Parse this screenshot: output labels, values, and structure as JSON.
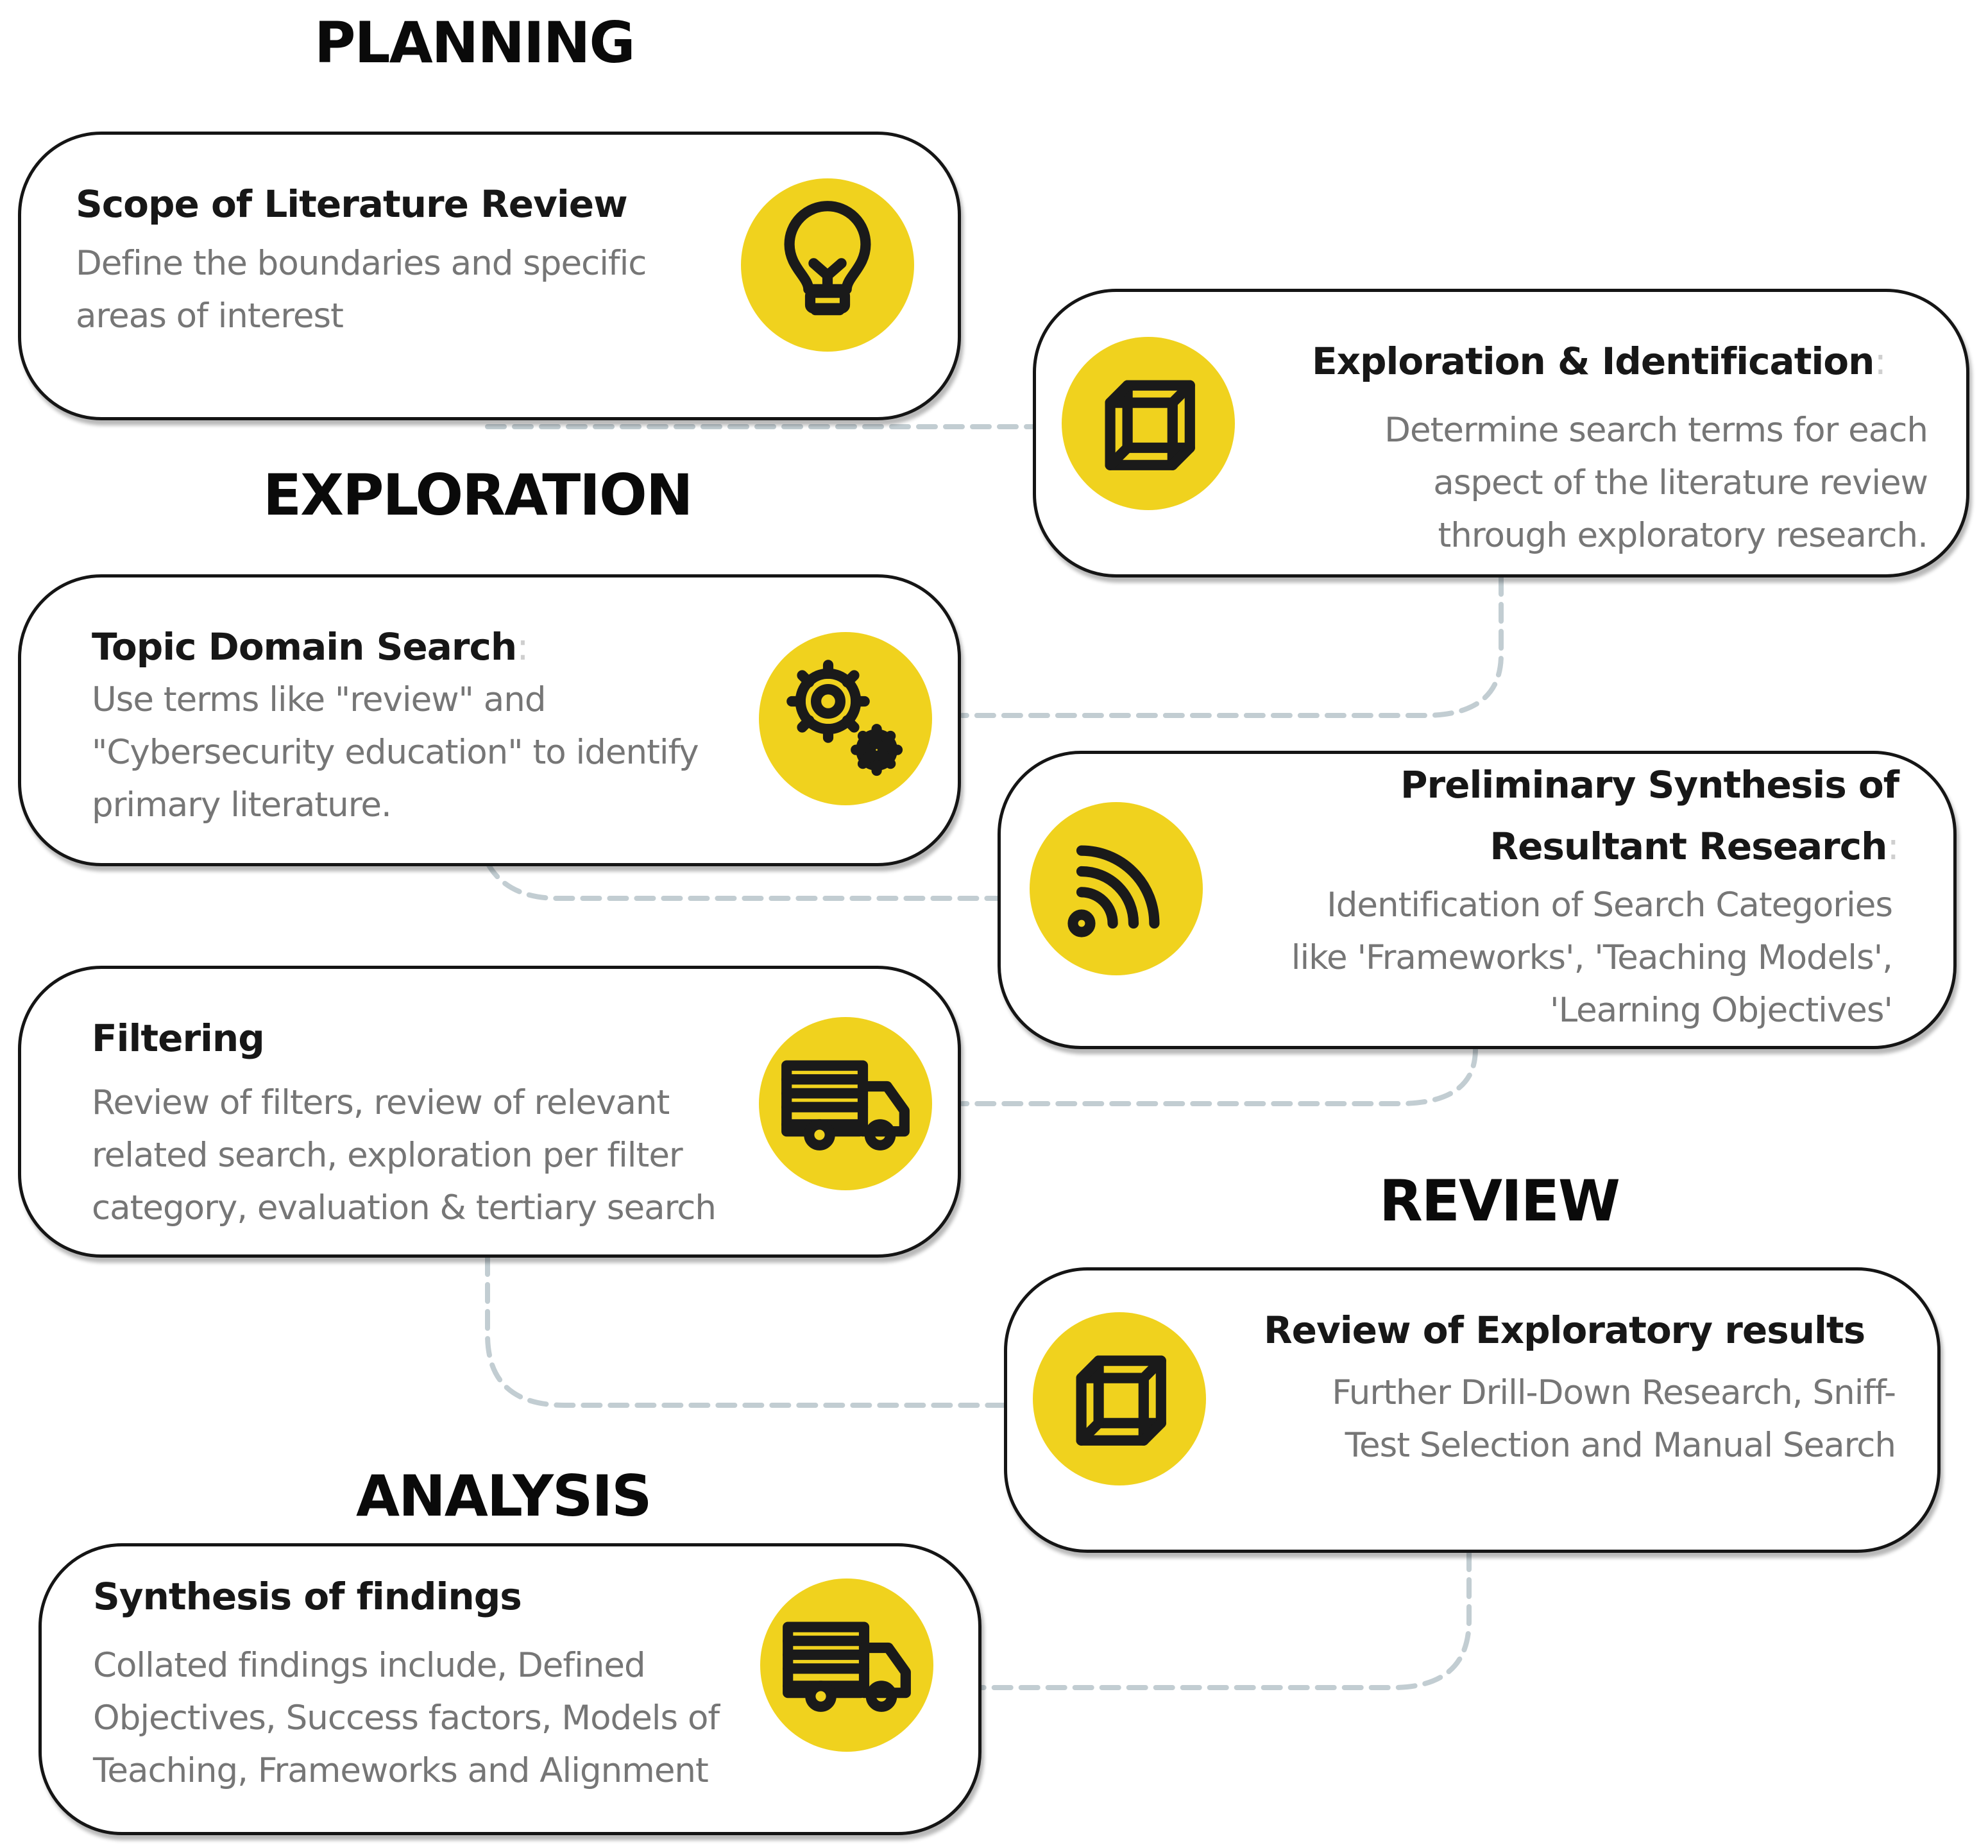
{
  "sections": {
    "planning": "PLANNING",
    "exploration": "EXPLORATION",
    "review": "REVIEW",
    "analysis": "ANALYSIS"
  },
  "colors": {
    "icon_circle": "#f0d21e",
    "card_border": "#151515",
    "connector": "#c2cdd2",
    "description_text": "#767676"
  },
  "steps": [
    {
      "title": "Scope of Literature Review",
      "description": [
        "Define the boundaries and specific",
        "areas of interest"
      ],
      "icon": "lightbulb-icon"
    },
    {
      "title": "Exploration & Identification",
      "title_suffix": ":",
      "description": [
        "Determine search terms for each",
        "aspect of the literature review",
        "through exploratory research."
      ],
      "icon": "cube-icon"
    },
    {
      "title": "Topic Domain Search",
      "title_suffix": ":",
      "description": [
        "Use terms like \"review\" and",
        "\"Cybersecurity education\" to identify",
        "primary literature."
      ],
      "icon": "gears-icon"
    },
    {
      "title": [
        "Preliminary Synthesis of",
        "Resultant Research"
      ],
      "title_suffix": ":",
      "description": [
        "Identification of Search Categories",
        "like  'Frameworks', 'Teaching Models',",
        "'Learning Objectives'"
      ],
      "icon": "signal-icon"
    },
    {
      "title": "Filtering",
      "description": [
        "Review of filters, review of relevant",
        "related search, exploration per filter",
        "category, evaluation & tertiary search"
      ],
      "icon": "truck-icon"
    },
    {
      "title": "Review of Exploratory results",
      "description": [
        "Further Drill-Down Research, Sniff-",
        "Test Selection and Manual Search"
      ],
      "icon": "cube-icon"
    },
    {
      "title": "Synthesis of findings",
      "description": [
        "Collated findings include, Defined",
        "Objectives, Success factors, Models of",
        "Teaching, Frameworks and Alignment"
      ],
      "icon": "truck-icon"
    }
  ]
}
